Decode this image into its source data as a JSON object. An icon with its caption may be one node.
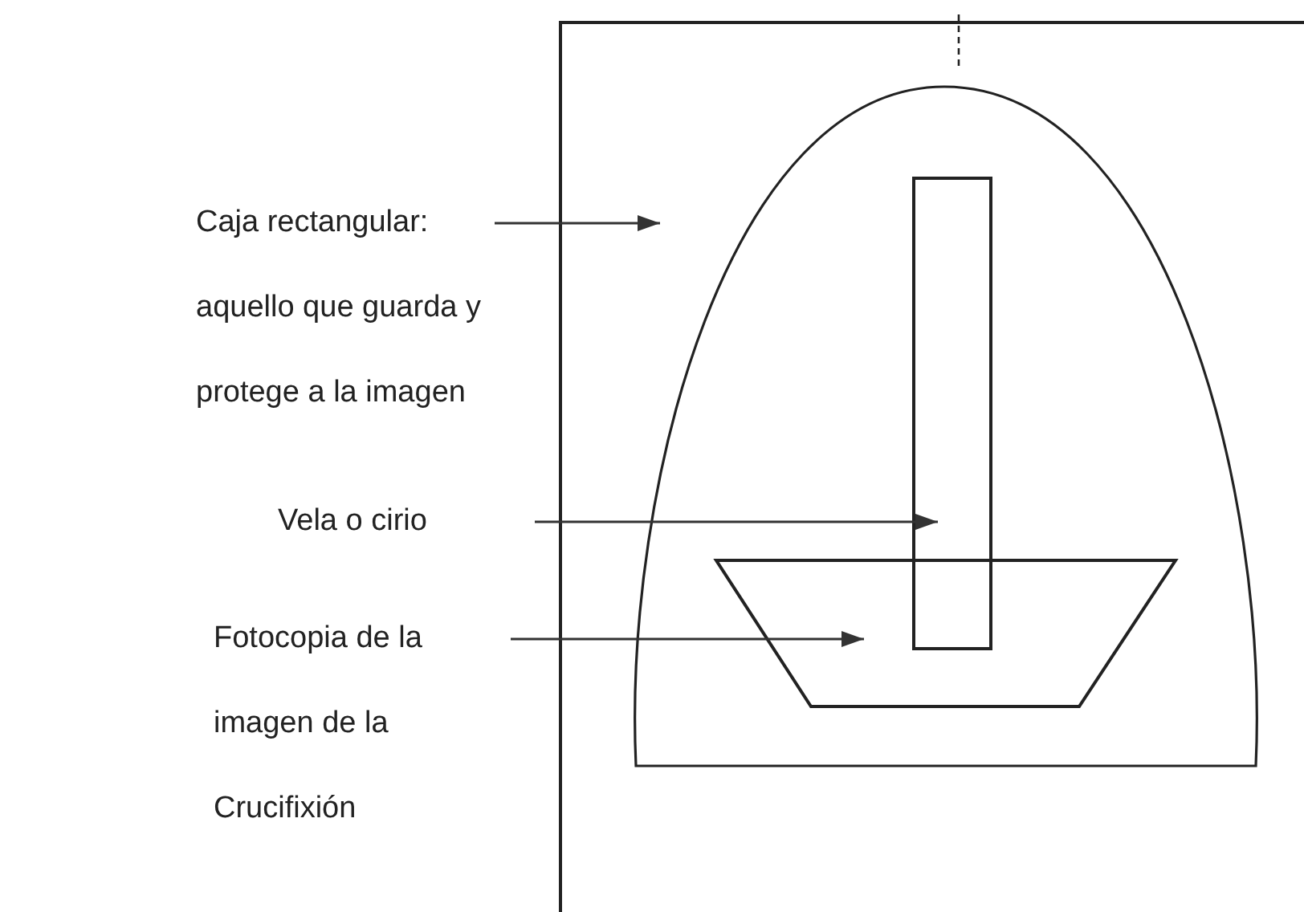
{
  "diagram": {
    "nodes": [
      {
        "text": [
          "Caja rectangular: aquello que guarda y protege a la imagen"
        ]
      },
      {
        "text": [
          "Vela o cirio"
        ]
      },
      {
        "text": [
          "Fotocopia de la imagen de la Crucifixión"
        ]
      },
      {
        "text": [],
        "shape": "box"
      },
      {
        "text": [],
        "shape": "bar",
        "in": 3
      },
      {
        "text": [],
        "shape": "trapezoid",
        "in": 3
      }
    ],
    "edges": [
      {
        "from": 0,
        "to": 3,
        "arrow": "to"
      },
      {
        "from": 1,
        "to": 4,
        "arrow": "to"
      },
      {
        "from": 2,
        "to": 5,
        "arrow": "to"
      }
    ]
  }
}
